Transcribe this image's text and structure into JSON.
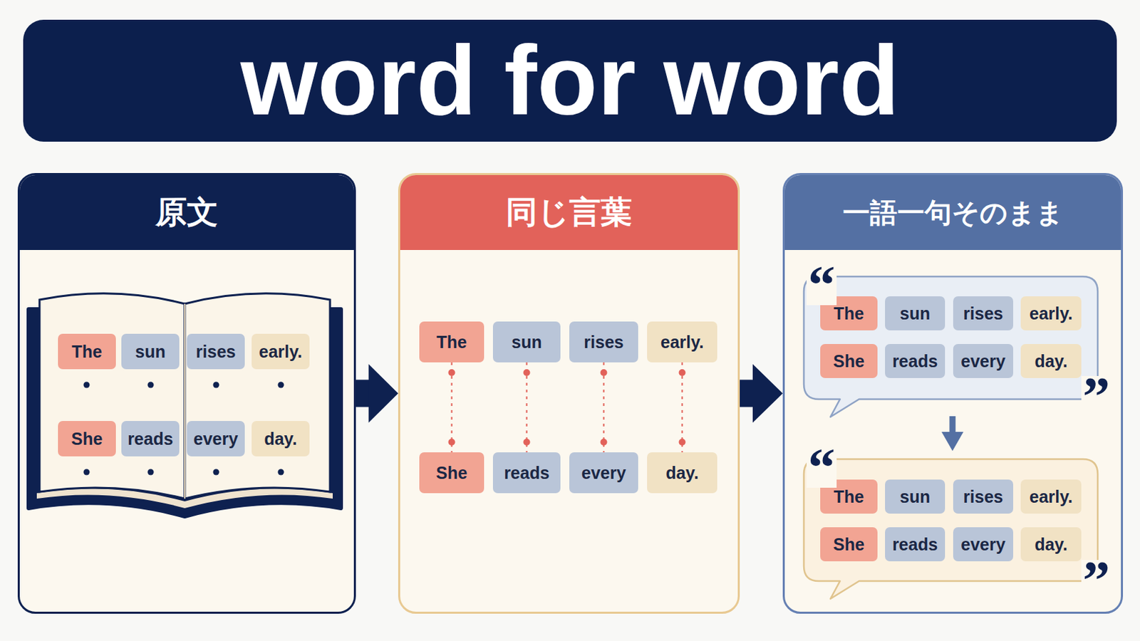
{
  "diagram": {
    "title": "word for word",
    "nodes": [
      {
        "text": [
          "原文"
        ]
      },
      {
        "text": [
          "The"
        ],
        "in": 0
      },
      {
        "text": [
          "sun"
        ],
        "in": 0
      },
      {
        "text": [
          "rises"
        ],
        "in": 0
      },
      {
        "text": [
          "early."
        ],
        "in": 0
      },
      {
        "text": [
          "She"
        ],
        "in": 0
      },
      {
        "text": [
          "reads"
        ],
        "in": 0
      },
      {
        "text": [
          "every"
        ],
        "in": 0
      },
      {
        "text": [
          "day."
        ],
        "in": 0
      },
      {
        "text": [
          "同じ言葉"
        ]
      },
      {
        "text": [
          "The"
        ],
        "in": 9
      },
      {
        "text": [
          "sun"
        ],
        "in": 9
      },
      {
        "text": [
          "rises"
        ],
        "in": 9
      },
      {
        "text": [
          "early."
        ],
        "in": 9
      },
      {
        "text": [
          "She"
        ],
        "in": 9
      },
      {
        "text": [
          "reads"
        ],
        "in": 9
      },
      {
        "text": [
          "every"
        ],
        "in": 9
      },
      {
        "text": [
          "day."
        ],
        "in": 9
      },
      {
        "text": [
          "一語一句そのまま"
        ]
      },
      {
        "text": [
          "The"
        ],
        "in": 18
      },
      {
        "text": [
          "sun"
        ],
        "in": 18
      },
      {
        "text": [
          "rises"
        ],
        "in": 18
      },
      {
        "text": [
          "early."
        ],
        "in": 18
      },
      {
        "text": [
          "She"
        ],
        "in": 18
      },
      {
        "text": [
          "reads"
        ],
        "in": 18
      },
      {
        "text": [
          "every"
        ],
        "in": 18
      },
      {
        "text": [
          "day."
        ],
        "in": 18
      },
      {
        "text": [
          "The"
        ],
        "in": 18
      },
      {
        "text": [
          "sun"
        ],
        "in": 18
      },
      {
        "text": [
          "rises"
        ],
        "in": 18
      },
      {
        "text": [
          "early."
        ],
        "in": 18
      },
      {
        "text": [
          "She"
        ],
        "in": 18
      },
      {
        "text": [
          "reads"
        ],
        "in": 18
      },
      {
        "text": [
          "every"
        ],
        "in": 18
      },
      {
        "text": [
          "day."
        ],
        "in": 18
      }
    ],
    "edges": [
      {
        "from": 0,
        "to": 9,
        "arrow": "to"
      },
      {
        "from": 9,
        "to": 18,
        "arrow": "to"
      },
      {
        "from": 10,
        "to": 14,
        "arrow": "none"
      },
      {
        "from": 11,
        "to": 15,
        "arrow": "none"
      },
      {
        "from": 12,
        "to": 16,
        "arrow": "none"
      },
      {
        "from": 13,
        "to": 17,
        "arrow": "none"
      }
    ],
    "labels": [
      "“",
      "”",
      "“",
      "”"
    ]
  }
}
